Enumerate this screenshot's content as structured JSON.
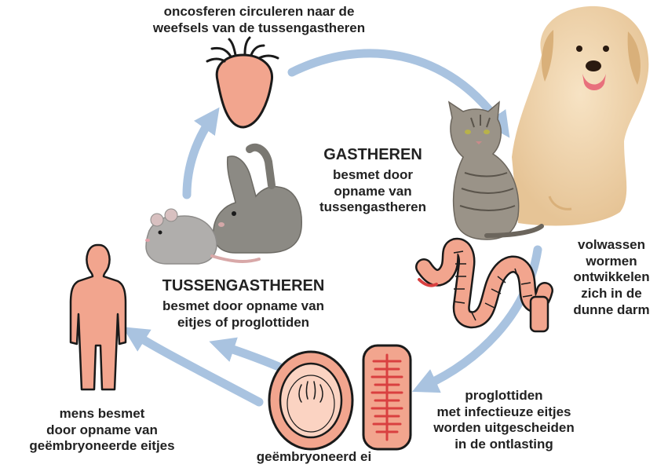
{
  "labels": {
    "oncosferen": [
      "oncosferen circuleren naar de",
      "weefsels van de tussengastheren"
    ],
    "gastheren_title": "GASTHEREN",
    "gastheren_text": [
      "besmet door",
      "opname van",
      "tussengastheren"
    ],
    "volwassen": [
      "volwassen",
      "wormen",
      "ontwikkelen",
      "zich in de",
      "dunne darm"
    ],
    "tussengastheren_title": "TUSSENGASTHEREN",
    "tussengastheren_text": [
      "besmet door opname van",
      "eitjes of proglottiden"
    ],
    "proglottiden": [
      "proglottiden",
      "met infectieuze eitjes",
      "worden uitgescheiden",
      "in de ontlasting"
    ],
    "ei": "geëmbryoneerd ei",
    "mens": [
      "mens besmet",
      "door opname van",
      "geëmbryoneerde eitjes"
    ]
  },
  "colors": {
    "arrow": "#a9c3e0",
    "organism_fill": "#f2a58e",
    "organism_stroke": "#1a1a1a",
    "text": "#222222"
  },
  "icons": [
    "oncosphere-icon",
    "dog-icon",
    "cat-icon",
    "rabbit-icon",
    "rat-icon",
    "human-figure-icon",
    "adult-worm-icon",
    "embryonated-egg-icon",
    "proglottid-icon"
  ]
}
